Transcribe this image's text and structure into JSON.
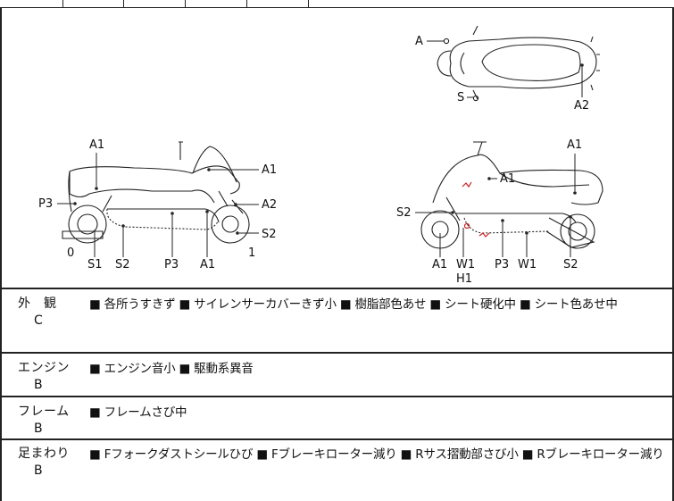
{
  "diagram": {
    "top_view": {
      "labels": [
        "A",
        "S",
        "A2"
      ]
    },
    "left_view": {
      "callouts": [
        "A1",
        "A1",
        "A2",
        "S2",
        "P3"
      ],
      "bottom_labels": [
        "0",
        "S1",
        "S2",
        "P3",
        "A1",
        "1"
      ]
    },
    "right_view": {
      "callouts": [
        "A1",
        "A1",
        "S2"
      ],
      "bottom_labels": [
        "A1",
        "W1",
        "H1",
        "P3",
        "W1",
        "S2"
      ]
    }
  },
  "sections": [
    {
      "label": "外　観",
      "grade": "C",
      "items": "■ 各所うすきず ■ サイレンサーカバーきず小 ■ 樹脂部色あせ ■ シート硬化中 ■ シート色あせ中"
    },
    {
      "label": "エンジン",
      "grade": "B",
      "items": "■ エンジン音小 ■ 駆動系異音"
    },
    {
      "label": "フレーム",
      "grade": "B",
      "items": "■ フレームさび中"
    },
    {
      "label": "足まわり",
      "grade": "B",
      "items": "■ Fフォークダストシールひび ■ Fブレーキローター減り ■ Rサス摺動部さび小 ■ Rブレーキローター減り"
    }
  ],
  "colors": {
    "line": "#222222",
    "mark_red": "#cc2222"
  }
}
